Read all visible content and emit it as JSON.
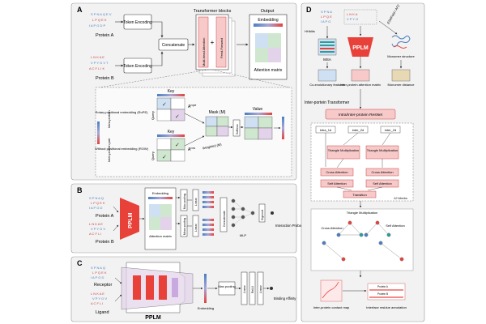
{
  "panels": {
    "a": {
      "letter": "A",
      "protein_a": "Protein A",
      "protein_b": "Protein B",
      "token_encoding": "Token Encoding",
      "concatenate": "Concatenate",
      "transformer_blocks": "Transformer blocks",
      "multi_head_attention": "Multi-head Attention",
      "feed_forward": "Feed-Forward",
      "output": "Output",
      "embedding": "Embedding",
      "attention_matrix": "Attention matrix",
      "key": "Key",
      "query": "Query",
      "value": "Value",
      "mask": "Mask (M)",
      "softmax": "Softmax",
      "weighted": "Weighted (M)",
      "a_rope": "A",
      "a_rope_sup": "rope",
      "a_row": "A",
      "a_row_sup": "row",
      "rope_label": "Rotary positional embedding (RoPE)",
      "rope_intra": "Intra-protein",
      "row_label": "Without positional embedding (ROW)",
      "row_inter": "Inter-protein pair"
    },
    "b": {
      "letter": "B",
      "protein_a": "Protein A",
      "protein_b": "Protein B",
      "pplm": "PPLM",
      "embedding": "Embedding",
      "attention_matrix": "Attention matrix",
      "max_pooling": "Max pooling",
      "mean_pooling": "Mean pooling",
      "linear": "Linear",
      "concatenate": "Concatenate",
      "mlp": "MLP",
      "sigmoid": "Sigmoid",
      "interaction_probability": "Interaction Probability"
    },
    "c": {
      "letter": "C",
      "receptor": "Receptor",
      "ligand": "Ligand",
      "pplm": "PPLM",
      "embedding": "Embedding",
      "max_pooling": "Max pooling",
      "linear": "Linear",
      "relu": "ReLU",
      "binding_affinity": "Binding Affinity"
    },
    "d": {
      "letter": "D",
      "hhblits": "HHblits",
      "msa": "MSA",
      "pplm": "PPLM",
      "esmfold": "ESMFold / AF2",
      "monomer_structure": "Monomer structure",
      "coevolutionary_features": "Co-evolutionary features",
      "inter_protein_attention_matrix": "Inter-protein attention matrix",
      "monomer_distance": "Monomer distance",
      "inter_protein_transformer": "Inter-portein Transformer",
      "resnet": "Intra/Inter-protein ResNet",
      "intra_1d": "intra_1d",
      "inter_2d_a": "inter_2d",
      "inter_2d_b": "inter_2d",
      "tri_mult": "Triangle Multiplication",
      "cross_attention": "Cross Attention",
      "self_attention": "Self Attention",
      "transition": "Transition",
      "blocks": "12 blocks",
      "tri_mult_header": "Triangle Multiplication",
      "cross_attention_small": "Cross Attention",
      "self_attention_small": "Self Attention",
      "contact_map": "Inter-protein contact map",
      "interface_annotation": "Interface residue annotation",
      "protein_a_small": "Protein A",
      "protein_b_small": "Protein B"
    }
  },
  "colors": {
    "panel_bg": "#f2f2f2",
    "pplm_red": "#e8413a",
    "pink_box": "#f7c9c9",
    "pink_dark": "#e35a5a",
    "blue_light": "#cfe0f2",
    "green_light": "#cfe6cf",
    "purple_light": "#e3d3ea",
    "teal": "#2a9d9d"
  },
  "icons": [
    "check-icon",
    "arrow-icon",
    "plus-icon"
  ]
}
